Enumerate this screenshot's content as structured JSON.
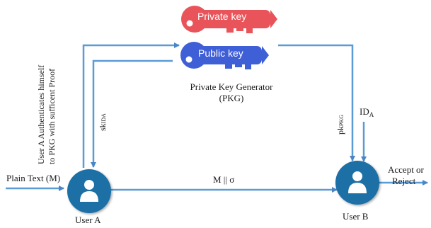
{
  "keys": {
    "private": {
      "label": "Private key",
      "color": "#e8545a"
    },
    "public": {
      "label": "Public key",
      "color": "#3f5fd6"
    }
  },
  "pkg": {
    "line1": "Private Key Generator",
    "line2": "(PKG)"
  },
  "arrow_labels": {
    "authenticate_line1": "User A Authenticates himself",
    "authenticate_line2": "to PKG with sufficent Proof",
    "sk_base": "sk",
    "sk_sub": "IDA",
    "pk_base": "pk",
    "pk_sub": "PKG",
    "id_base": "ID",
    "id_sub": "A",
    "message": "M || σ"
  },
  "input": {
    "label": "Plain Text (M)"
  },
  "output": {
    "line1": "Accept or",
    "line2": "Reject"
  },
  "users": {
    "a": {
      "label": "User A",
      "color": "#1c6fa5"
    },
    "b": {
      "label": "User B",
      "color": "#1c6fa5"
    }
  },
  "colors": {
    "arrow": "#5b9bd5",
    "arrow_dark": "#4a86c5"
  }
}
